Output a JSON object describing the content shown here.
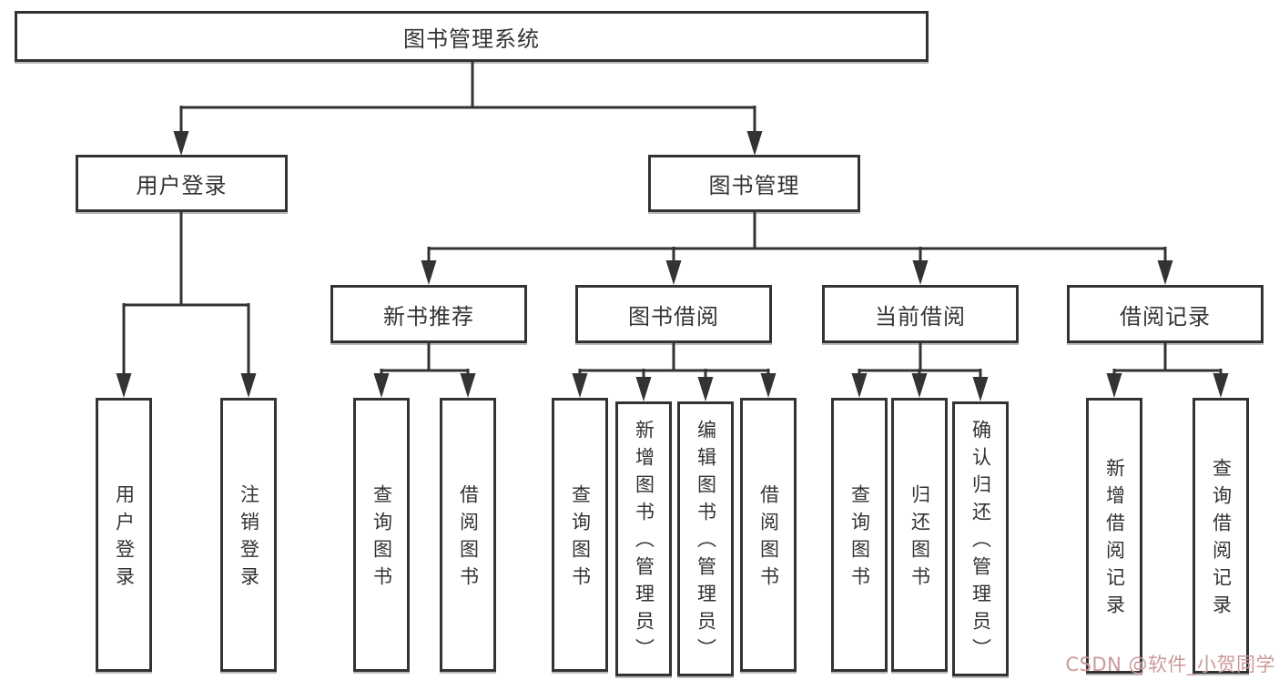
{
  "diagram": {
    "root": {
      "label": "图书管理系统"
    },
    "level2": [
      {
        "label": "用户登录"
      },
      {
        "label": "图书管理"
      }
    ],
    "level3": [
      {
        "label": "新书推荐"
      },
      {
        "label": "图书借阅"
      },
      {
        "label": "当前借阅"
      },
      {
        "label": "借阅记录"
      }
    ],
    "leaves": [
      {
        "label": "用户登录"
      },
      {
        "label": "注销登录"
      },
      {
        "label": "查询图书"
      },
      {
        "label": "借阅图书"
      },
      {
        "label": "查询图书"
      },
      {
        "label": "新增图书（管理员）"
      },
      {
        "label": "编辑图书（管理员）"
      },
      {
        "label": "借阅图书"
      },
      {
        "label": "查询图书"
      },
      {
        "label": "归还图书"
      },
      {
        "label": "确认归还（管理员）"
      },
      {
        "label": "新增借阅记录"
      },
      {
        "label": "查询借阅记录"
      }
    ],
    "watermark": "CSDN @软件_小贺同学",
    "colors": {
      "line": "#333333",
      "text": "#333333",
      "background": "#ffffff",
      "watermark": "#cc9999"
    }
  }
}
